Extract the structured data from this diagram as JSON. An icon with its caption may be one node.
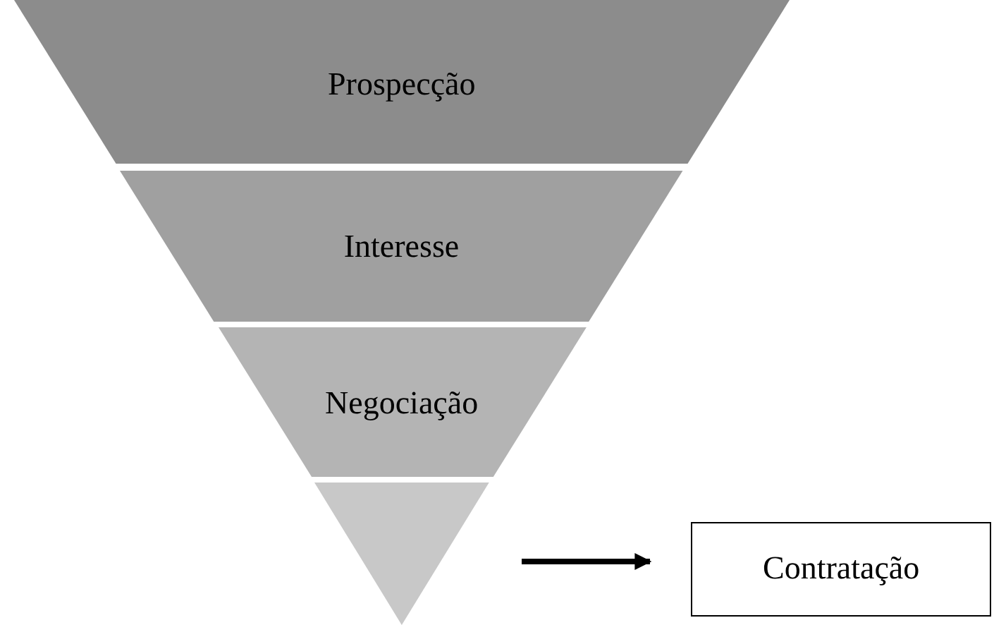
{
  "diagram": {
    "nodes": [
      {
        "text": [
          "Prospecção"
        ]
      },
      {
        "text": [
          "Interesse"
        ]
      },
      {
        "text": [
          "Negociação"
        ]
      },
      {
        "text": [],
        "shape": "triangle"
      },
      {
        "text": [
          "Contratação"
        ]
      }
    ],
    "edges": [
      {
        "from": 3,
        "to": 4,
        "arrow": "to"
      }
    ]
  }
}
